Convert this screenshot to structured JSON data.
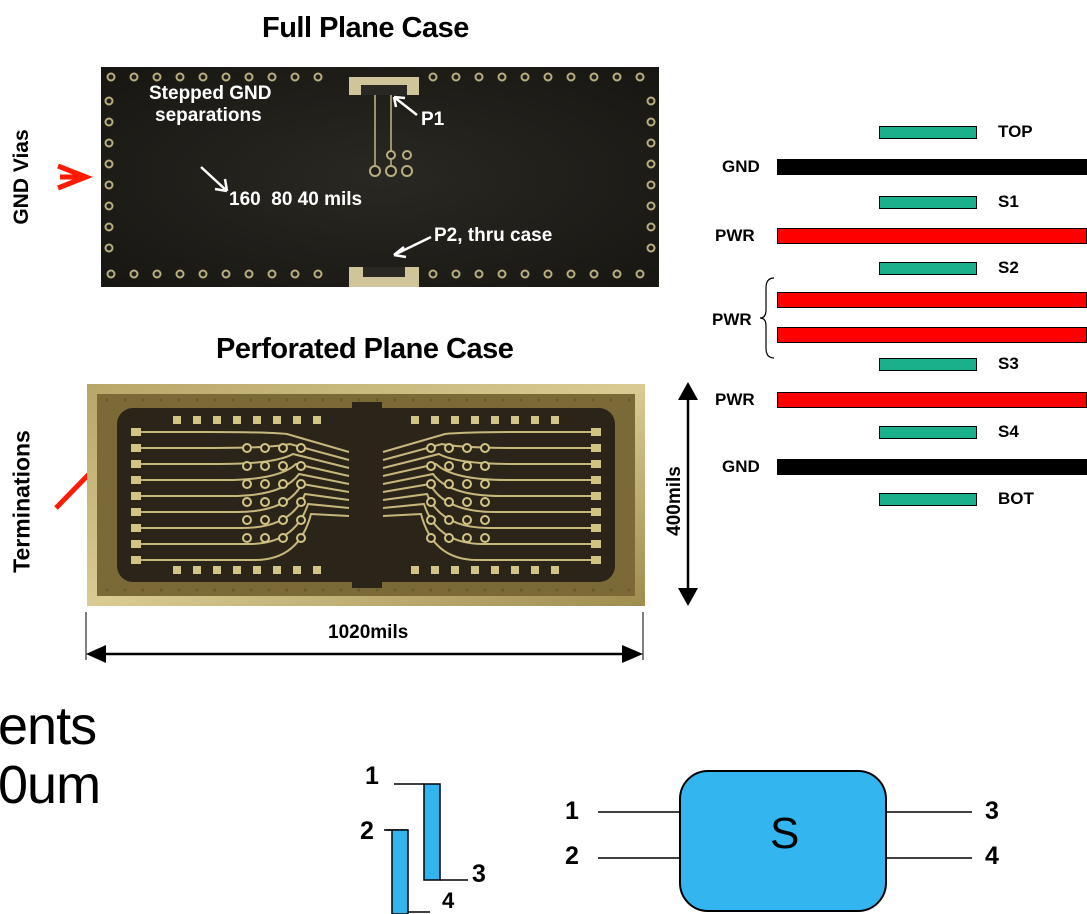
{
  "full_plane": {
    "title": "Full Plane Case",
    "side_label": "GND Vias",
    "annot_stepped_1": "Stepped GND",
    "annot_stepped_2": "separations",
    "annot_p1": "P1",
    "annot_sep": "160  80 40 mils",
    "annot_p2": "P2, thru case"
  },
  "perforated": {
    "title": "Perforated Plane Case",
    "side_label": "Terminations",
    "height_label": "400mils",
    "width_label": "1020mils"
  },
  "stackup": [
    {
      "label": "TOP",
      "type": "signal"
    },
    {
      "label": "GND",
      "type": "ground"
    },
    {
      "label": "S1",
      "type": "signal"
    },
    {
      "label": "PWR",
      "type": "power"
    },
    {
      "label": "S2",
      "type": "signal"
    },
    {
      "label": "PWR",
      "type": "power-pair"
    },
    {
      "label": "S3",
      "type": "signal"
    },
    {
      "label": "PWR",
      "type": "power"
    },
    {
      "label": "S4",
      "type": "signal"
    },
    {
      "label": "GND",
      "type": "ground"
    },
    {
      "label": "BOT",
      "type": "signal"
    }
  ],
  "bottom_text": {
    "line1": "ents",
    "line2": "0um"
  },
  "coupled_lines": {
    "ports": [
      "1",
      "2",
      "3",
      "4"
    ],
    "color": "#33b6f0"
  },
  "sparam_block": {
    "label": "S",
    "ports": [
      "1",
      "2",
      "3",
      "4"
    ],
    "color": "#33b6f0"
  }
}
